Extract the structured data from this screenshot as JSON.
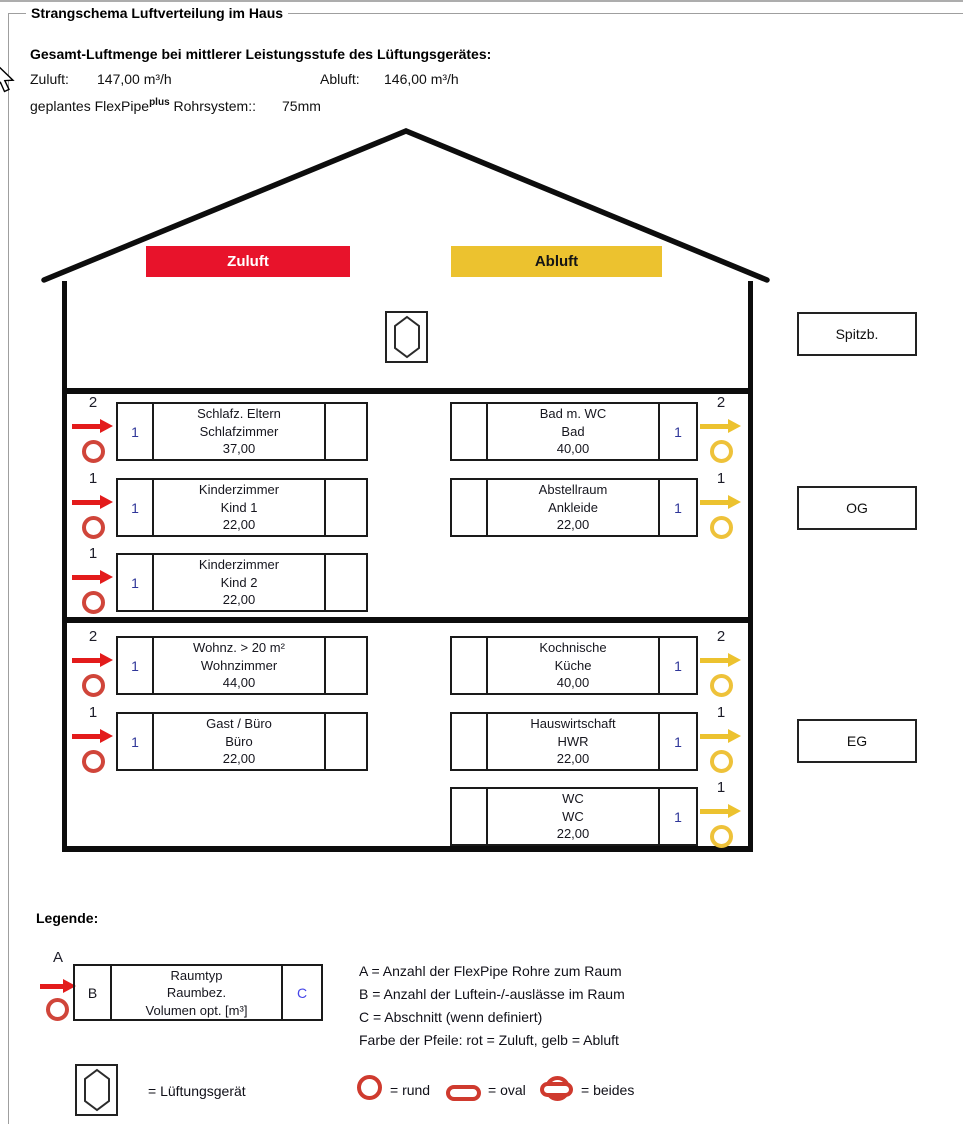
{
  "group_title": "Strangschema Luftverteilung im Haus",
  "summary": {
    "heading": "Gesamt-Luftmenge bei mittlerer Leistungsstufe des Lüftungsgerätes:",
    "supply_label": "Zuluft:",
    "supply_value": "147,00 m³/h",
    "exhaust_label": "Abluft:",
    "exhaust_value": "146,00 m³/h",
    "pipe_system_label": "geplantes FlexPipe",
    "pipe_system_sup": "plus",
    "pipe_system_label2": " Rohrsystem::",
    "pipe_system_value": "75mm"
  },
  "diagram": {
    "supply_banner": "Zuluft",
    "exhaust_banner": "Abluft",
    "floor_labels": [
      "Spitzb.",
      "OG",
      "EG"
    ],
    "rooms": [
      {
        "floor": "OG",
        "row": 0,
        "side": "supply",
        "room_type": "Schlafz. Eltern",
        "room_name": "Schlafzimmer",
        "volume": "37,00",
        "pipes": "2",
        "outlets": "1",
        "section": "",
        "connector": "rund"
      },
      {
        "floor": "OG",
        "row": 1,
        "side": "supply",
        "room_type": "Kinderzimmer",
        "room_name": "Kind 1",
        "volume": "22,00",
        "pipes": "1",
        "outlets": "1",
        "section": "",
        "connector": "rund"
      },
      {
        "floor": "OG",
        "row": 2,
        "side": "supply",
        "room_type": "Kinderzimmer",
        "room_name": "Kind 2",
        "volume": "22,00",
        "pipes": "1",
        "outlets": "1",
        "section": "",
        "connector": "rund"
      },
      {
        "floor": "OG",
        "row": 0,
        "side": "exhaust",
        "room_type": "Bad m. WC",
        "room_name": "Bad",
        "volume": "40,00",
        "pipes": "2",
        "outlets": "1",
        "section": "",
        "connector": "rund"
      },
      {
        "floor": "OG",
        "row": 1,
        "side": "exhaust",
        "room_type": "Abstellraum",
        "room_name": "Ankleide",
        "volume": "22,00",
        "pipes": "1",
        "outlets": "1",
        "section": "",
        "connector": "rund"
      },
      {
        "floor": "EG",
        "row": 0,
        "side": "supply",
        "room_type": "Wohnz. > 20 m²",
        "room_name": "Wohnzimmer",
        "volume": "44,00",
        "pipes": "2",
        "outlets": "1",
        "section": "",
        "connector": "rund"
      },
      {
        "floor": "EG",
        "row": 1,
        "side": "supply",
        "room_type": "Gast / Büro",
        "room_name": "Büro",
        "volume": "22,00",
        "pipes": "1",
        "outlets": "1",
        "section": "",
        "connector": "rund"
      },
      {
        "floor": "EG",
        "row": 0,
        "side": "exhaust",
        "room_type": "Kochnische",
        "room_name": "Küche",
        "volume": "40,00",
        "pipes": "2",
        "outlets": "1",
        "section": "",
        "connector": "rund"
      },
      {
        "floor": "EG",
        "row": 1,
        "side": "exhaust",
        "room_type": "Hauswirtschaft",
        "room_name": "HWR",
        "volume": "22,00",
        "pipes": "1",
        "outlets": "1",
        "section": "",
        "connector": "rund"
      },
      {
        "floor": "EG",
        "row": 2,
        "side": "exhaust",
        "room_type": "WC",
        "room_name": "WC",
        "volume": "22,00",
        "pipes": "1",
        "outlets": "1",
        "section": "",
        "connector": "rund"
      }
    ]
  },
  "legend": {
    "title": "Legende:",
    "sample": {
      "pipes_label": "A",
      "outlets_label": "B",
      "section_label": "C",
      "room_type": "Raumtyp",
      "room_name": "Raumbez.",
      "volume": "Volumen opt. [m³]"
    },
    "notes": [
      "A = Anzahl der FlexPipe Rohre zum Raum",
      "B = Anzahl der Luftein-/-auslässe im Raum",
      "C = Abschnitt (wenn definiert)",
      "Farbe der Pfeile: rot = Zuluft, gelb = Abluft"
    ],
    "unit_label": "= Lüftungsgerät",
    "symbol_round_label": "= rund",
    "symbol_oval_label": "= oval",
    "symbol_both_label": "= beides"
  },
  "colors": {
    "supply_red": "#e8132b",
    "exhaust_yellow": "#ecc22f",
    "symbol_red": "#cf3a2e",
    "section_blue": "#4646e8",
    "digit_blue": "#2f3699"
  }
}
